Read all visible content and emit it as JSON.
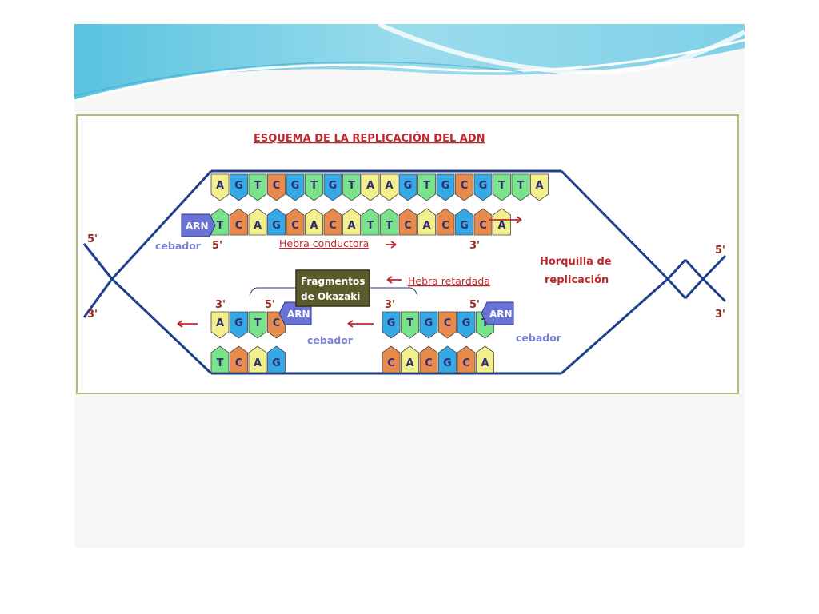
{
  "diagram": {
    "title": "ESQUEMA DE LA REPLICACIÓN DEL ADN",
    "top_template": [
      "A",
      "G",
      "T",
      "C",
      "G",
      "T",
      "G",
      "T",
      "A",
      "A",
      "G",
      "T",
      "G",
      "C",
      "G",
      "T",
      "T",
      "A"
    ],
    "leading_strand": [
      "T",
      "C",
      "A",
      "G",
      "C",
      "A",
      "C",
      "A",
      "T",
      "T",
      "C",
      "A",
      "C",
      "G",
      "C",
      "A"
    ],
    "lagging_left_top": [
      "A",
      "G",
      "T",
      "C"
    ],
    "lagging_left_bottom": [
      "T",
      "C",
      "A",
      "G"
    ],
    "lagging_right_top": [
      "G",
      "T",
      "G",
      "C",
      "G",
      "T"
    ],
    "lagging_right_bottom": [
      "C",
      "A",
      "C",
      "G",
      "C",
      "A"
    ],
    "arn_label": "ARN",
    "cebador_label": "cebador",
    "hebra_conductora": "Hebra conductora",
    "hebra_retardada": "Hebra retardada",
    "okazaki_line1": "Fragmentos",
    "okazaki_line2": "de Okazaki",
    "horquilla_line1": "Horquilla de",
    "horquilla_line2": "replicación",
    "prime5": "5'",
    "prime3": "3'",
    "base_colors": {
      "A": "#f2ef8c",
      "G": "#35a9e6",
      "T": "#79e38c",
      "C": "#e88a4c"
    }
  }
}
